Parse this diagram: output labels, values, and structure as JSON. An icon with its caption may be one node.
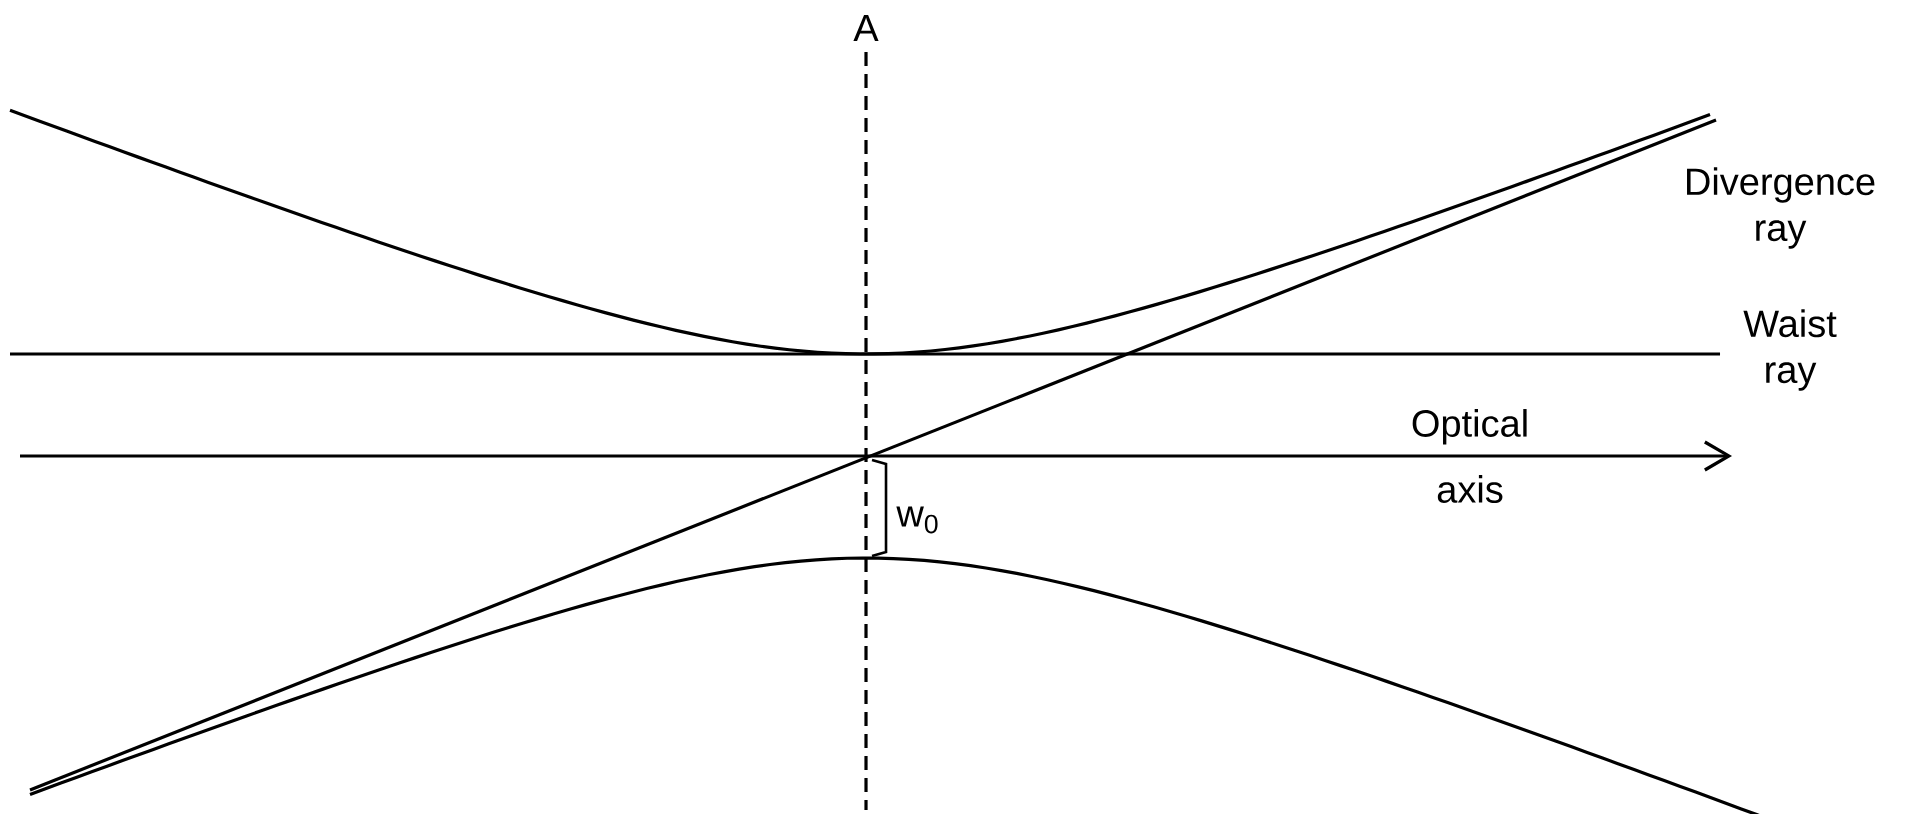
{
  "diagram": {
    "labels": [
      "A",
      "Divergence ray",
      "Waist ray",
      "Optical axis",
      "w$_{0}$"
    ]
  }
}
